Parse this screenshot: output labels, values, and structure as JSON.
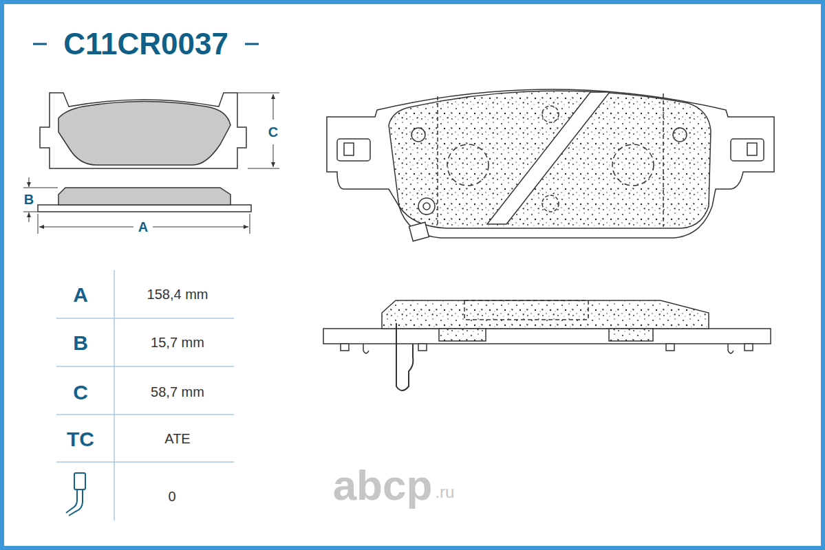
{
  "diagram": {
    "title": "C11CR0037",
    "labels": [
      "C",
      "B",
      "A",
      "A",
      "158,4 mm",
      "B",
      "15,7 mm",
      "C",
      "58,7 mm",
      "TC",
      "ATE",
      "0",
      "abcp",
      ".ru"
    ]
  }
}
